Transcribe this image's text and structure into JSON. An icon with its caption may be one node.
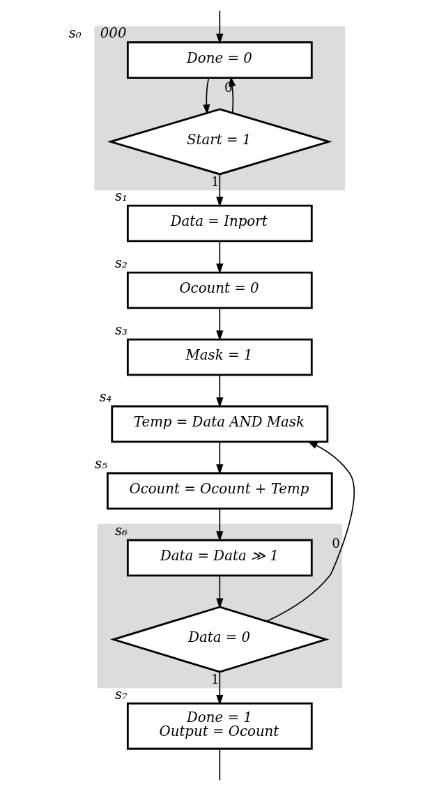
{
  "diagram": {
    "nodes": [
      {
        "text": [],
        "shape": "box"
      },
      {
        "text": [
          "Done = 0"
        ],
        "in": 0,
        "beside": [
          "s₀",
          "000"
        ]
      },
      {
        "text": [
          "Start = 1"
        ],
        "in": 0
      },
      {
        "text": [
          "Data = Inport"
        ],
        "beside": [
          "s₁"
        ]
      },
      {
        "text": [
          "Ocount = 0"
        ],
        "beside": [
          "s₂"
        ]
      },
      {
        "text": [
          "Mask = 1"
        ],
        "beside": [
          "s₃"
        ]
      },
      {
        "text": [
          "Temp = Data AND Mask"
        ],
        "beside": [
          "s₄"
        ]
      },
      {
        "text": [
          "Ocount = Ocount + Temp"
        ],
        "beside": [
          "s₅"
        ]
      },
      {
        "text": [],
        "shape": "box"
      },
      {
        "text": [
          "Data = Data ≫ 1"
        ],
        "in": 8,
        "beside": [
          "s₆"
        ]
      },
      {
        "text": [
          "Data = 0"
        ],
        "in": 8
      },
      {
        "text": [
          "Done = 1",
          "Output = Ocount"
        ],
        "beside": [
          "s₇"
        ]
      }
    ],
    "edges": [
      {
        "from": null,
        "to": 1,
        "arrow": "to"
      },
      {
        "from": 1,
        "to": 2,
        "arrow": "to"
      },
      {
        "from": 2,
        "to": 1,
        "arrow": "to",
        "label": "0"
      },
      {
        "from": 2,
        "to": 3,
        "arrow": "to",
        "label": "1"
      },
      {
        "from": 3,
        "to": 4,
        "arrow": "to"
      },
      {
        "from": 4,
        "to": 5,
        "arrow": "to"
      },
      {
        "from": 5,
        "to": 6,
        "arrow": "to"
      },
      {
        "from": 6,
        "to": 7,
        "arrow": "to"
      },
      {
        "from": 7,
        "to": 9,
        "arrow": "to"
      },
      {
        "from": 9,
        "to": 10,
        "arrow": "to"
      },
      {
        "from": 10,
        "to": 11,
        "arrow": "to",
        "label": "1"
      },
      {
        "from": 10,
        "to": 6,
        "arrow": "to",
        "label": "0"
      },
      {
        "from": 11,
        "to": null,
        "arrow": "none"
      }
    ]
  }
}
